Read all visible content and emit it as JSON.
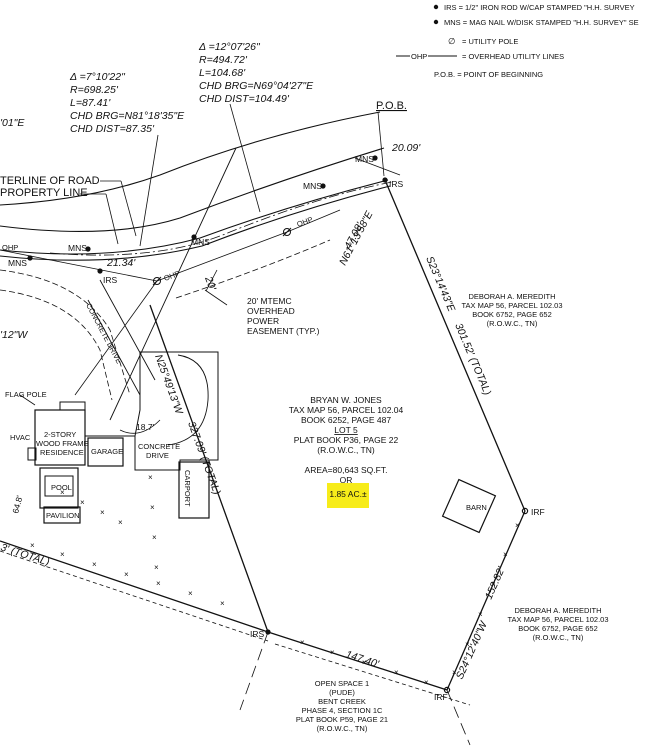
{
  "legend": {
    "irs": "IRS = 1/2\" IRON ROD W/CAP STAMPED \"H.H. SURVEY",
    "mns": "MNS = MAG NAIL W/DISK STAMPED \"H.H. SURVEY\" SE",
    "pole": "= UTILITY POLE",
    "ohp_tag": "OHP",
    "ohp": "= OVERHEAD UTILITY LINES",
    "pob": "P.O.B. = POINT OF BEGINNING",
    "pole_symbol": "∅"
  },
  "curve1": {
    "delta": "Δ =12°07'26\"",
    "r": "R=494.72'",
    "l": "L=104.68'",
    "brg": "CHD BRG=N69°04'27\"E",
    "dist": "CHD DIST=104.49'"
  },
  "curve2": {
    "delta": "Δ =7°10'22\"",
    "r": "R=698.25'",
    "l": "L=87.41'",
    "brg": "CHD BRG=N81°18'35\"E",
    "dist": "CHD DIST=87.35'"
  },
  "partial_01e": "'01\"E",
  "partial_12w": "'12\"W",
  "partial_total": "3' (TOTAL)",
  "road": {
    "centerline": "TERLINE OF ROAD",
    "property_line": "PROPERTY LINE"
  },
  "pob": "P.O.B.",
  "markers": {
    "mns": "MNS",
    "irs": "IRS",
    "irf": "IRF",
    "ohp": "OHP"
  },
  "bearings": {
    "b_20_09": "20.09'",
    "b_47_08": "47.08'",
    "b_n61": "N61°13'58\"E",
    "b_s23": "S23°14'43\"E",
    "b_301": "301.52' (TOTAL)",
    "b_21_34": "21.34'",
    "b_20": "20'",
    "b_n25": "N25°49'13\"W",
    "b_327": "327.09' (TOTAL)",
    "b_147": "147.40'",
    "b_s24": "S24°12'40\"W",
    "b_152": "152.82'",
    "b_18_7": "18.7'",
    "b_64_8": "64.8'"
  },
  "easement": [
    "20' MTEMC",
    "OVERHEAD",
    "POWER",
    "EASEMENT (TYP.)"
  ],
  "concrete_drive_diag": "CONCRETE DRIVE",
  "features": {
    "flag_pole": "FLAG POLE",
    "hvac": "HVAC",
    "residence": [
      "2-STORY",
      "WOOD FRAME",
      "RESIDENCE"
    ],
    "garage": "GARAGE",
    "concrete_drive": [
      "CONCRETE",
      "DRIVE"
    ],
    "carport": "CARPORT",
    "pool": "POOL",
    "pavilion": "PAVILION",
    "barn": "BARN"
  },
  "lot": {
    "owner": "BRYAN W. JONES",
    "tax_map": "TAX MAP 56, PARCEL 102.04",
    "book": "BOOK 6252, PAGE 487",
    "lot": "LOT 5",
    "plat": "PLAT BOOK P36, PAGE 22",
    "rowc": "(R.O.W.C., TN)",
    "area": "AREA=80,643 SQ.FT.",
    "or": "OR",
    "acres": "1.85 AC.±",
    "highlight_color": "#f7ec1a"
  },
  "neighbor_north": [
    "DEBORAH A. MEREDITH",
    "TAX MAP 56, PARCEL 102.03",
    "BOOK 6752, PAGE 652",
    "(R.O.W.C., TN)"
  ],
  "neighbor_south": [
    "DEBORAH A. MEREDITH",
    "TAX MAP 56, PARCEL 102.03",
    "BOOK 6752, PAGE 652",
    "(R.O.W.C., TN)"
  ],
  "open_space": [
    "OPEN SPACE 1",
    "(PUDE)",
    "BENT CREEK",
    "PHASE 4, SECTION 1C",
    "PLAT BOOK P59, PAGE 21",
    "(R.O.W.C., TN)"
  ]
}
